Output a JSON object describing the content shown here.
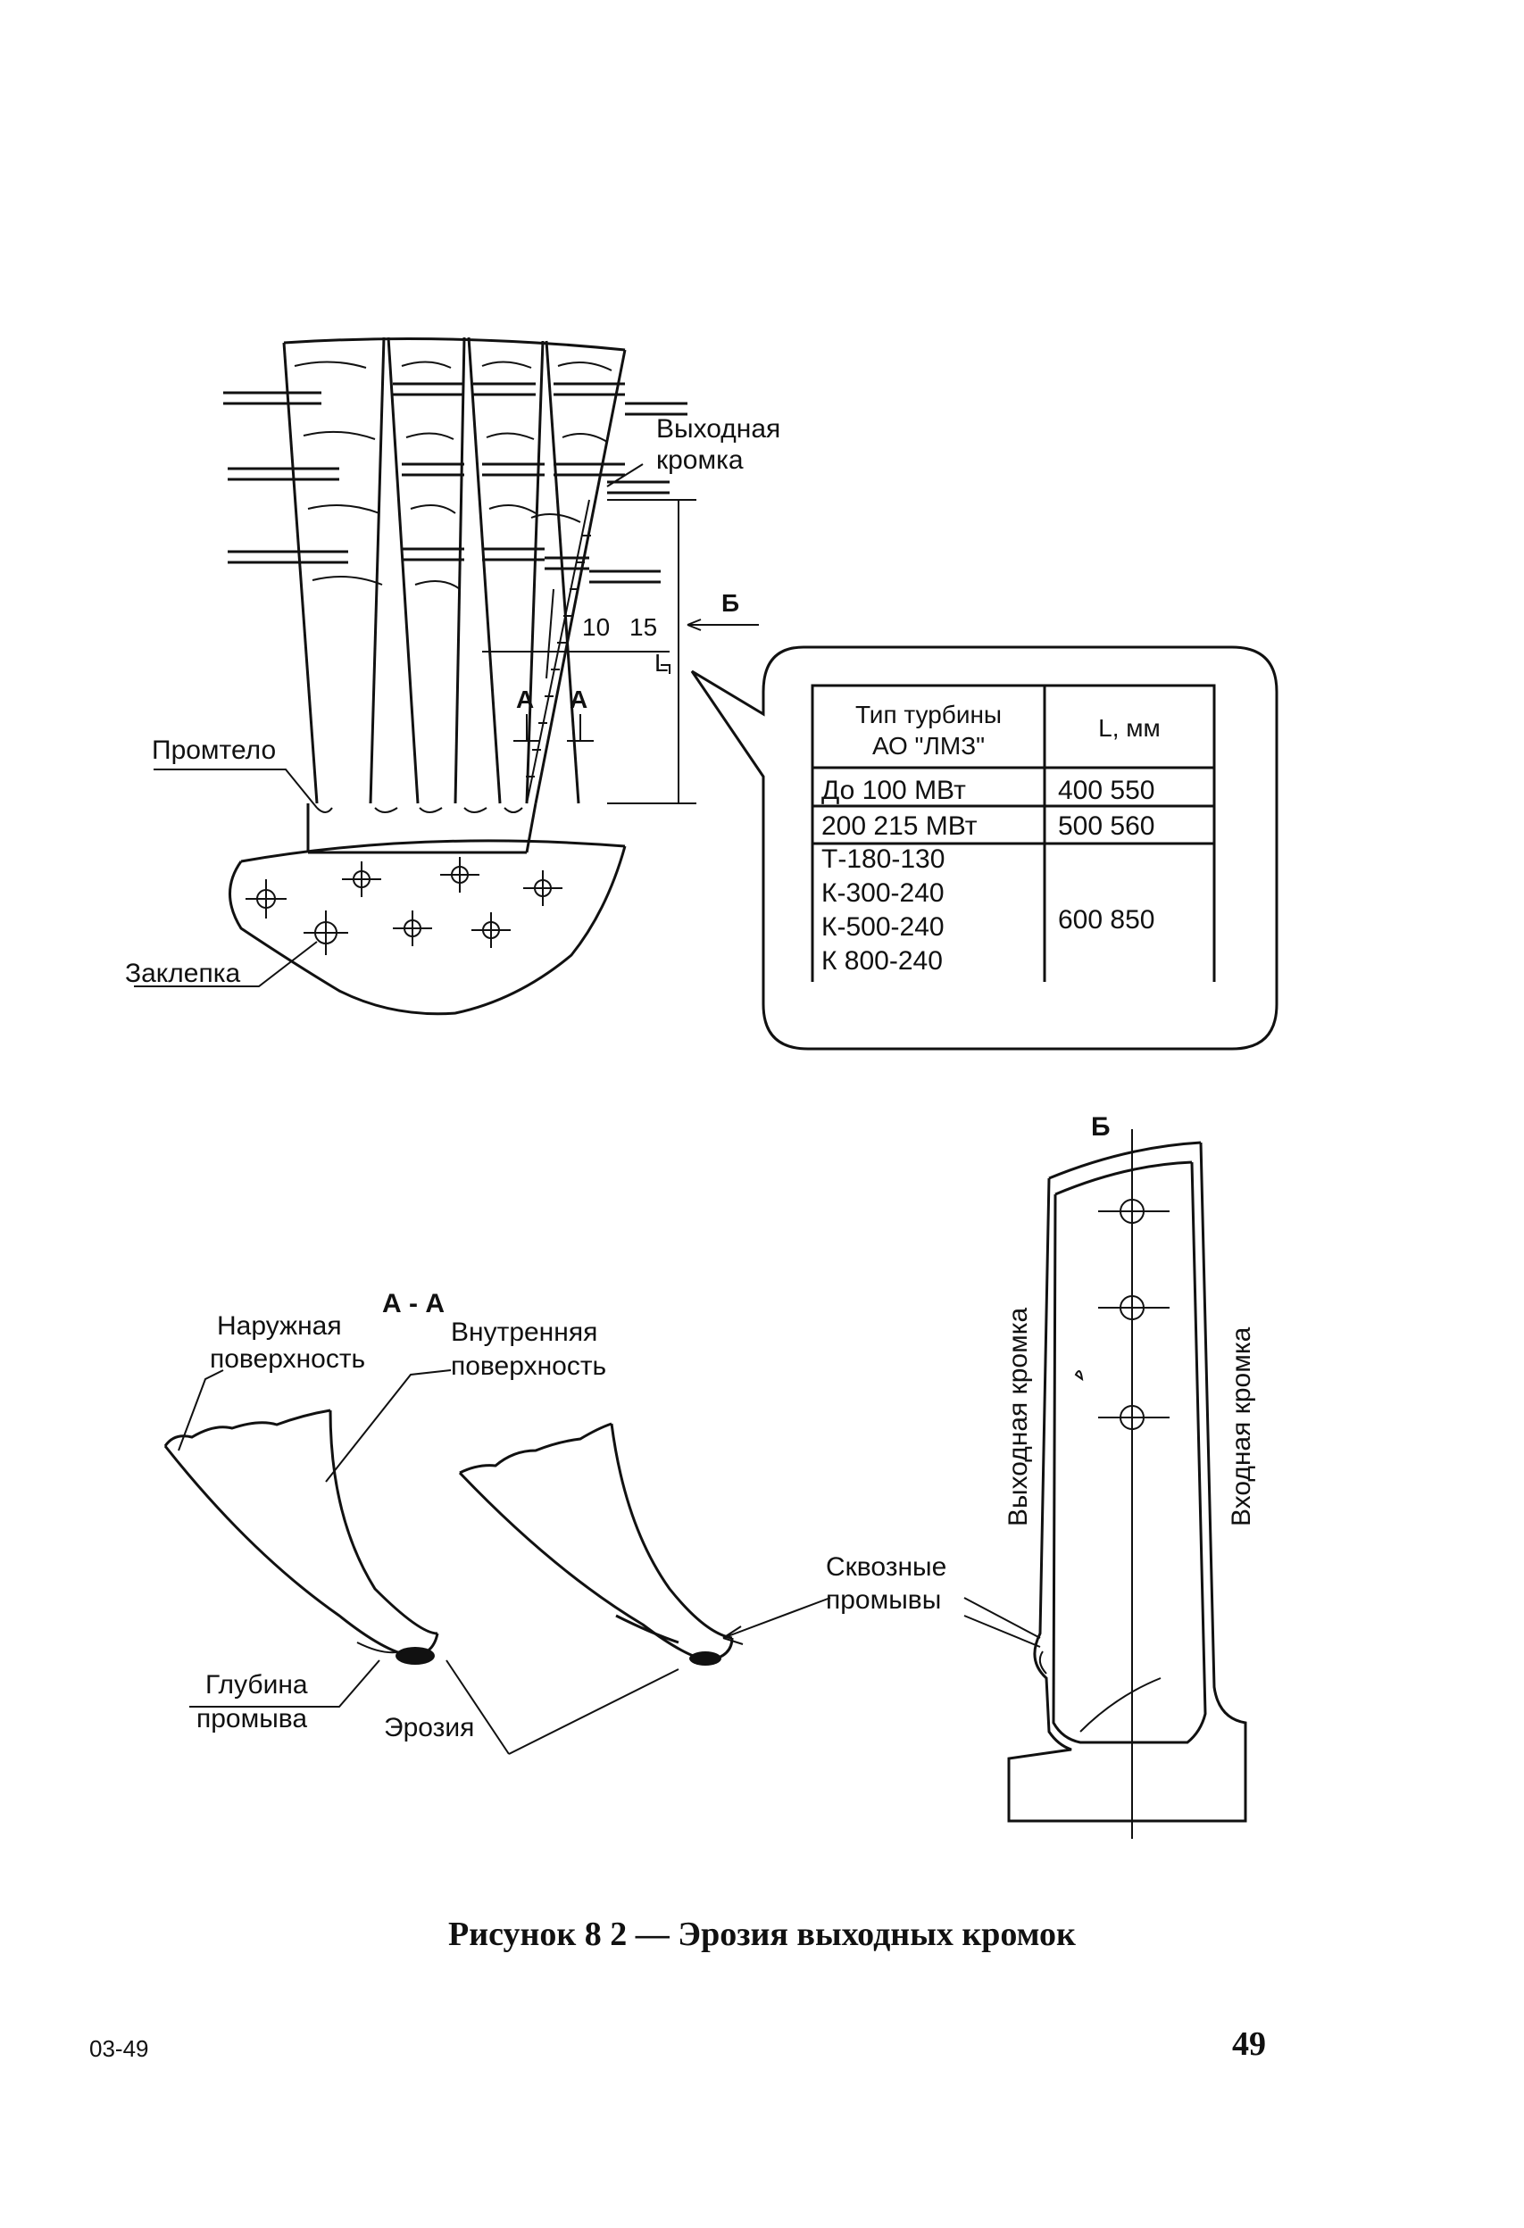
{
  "top_view": {
    "label_exit_edge_1": "Выходная",
    "label_exit_edge_2": "кромка",
    "label_b": "Б",
    "dim_10": "10",
    "dim_15": "15",
    "dim_L": "L",
    "label_a1": "А",
    "label_a2": "А",
    "label_promtelo": "Промтело",
    "label_zaklepka": "Заклепка"
  },
  "table": {
    "headers": [
      "Тип турбины\nАО \"ЛМЗ\"",
      "L, мм"
    ],
    "header_line1": "Тип турбины",
    "header_line2": "АО \"ЛМЗ\"",
    "header_col2": "L, мм",
    "rows": [
      {
        "type": "До 100 МВт",
        "l": "400  550"
      },
      {
        "type": "200  215 МВт",
        "l": "500  560"
      },
      {
        "types": [
          "Т-180-130",
          "К-300-240",
          "К-500-240",
          "К 800-240"
        ],
        "l": "600  850"
      }
    ]
  },
  "section_view": {
    "title": "А - А",
    "outer_surface_1": "Наружная",
    "outer_surface_2": "поверхность",
    "inner_surface_1": "Внутренняя",
    "inner_surface_2": "поверхность",
    "depth_1": "Глубина",
    "depth_2": "промыва",
    "erosion": "Эрозия",
    "through_1": "Сквозные",
    "through_2": "промывы"
  },
  "side_view": {
    "label_b": "Б",
    "exit_edge": "Выходная кромка",
    "inlet_edge": "Входная кромка"
  },
  "caption": "Рисунок 8 2 — Эрозия выходных кромок",
  "footer_left": "03-49",
  "page_number": "49"
}
